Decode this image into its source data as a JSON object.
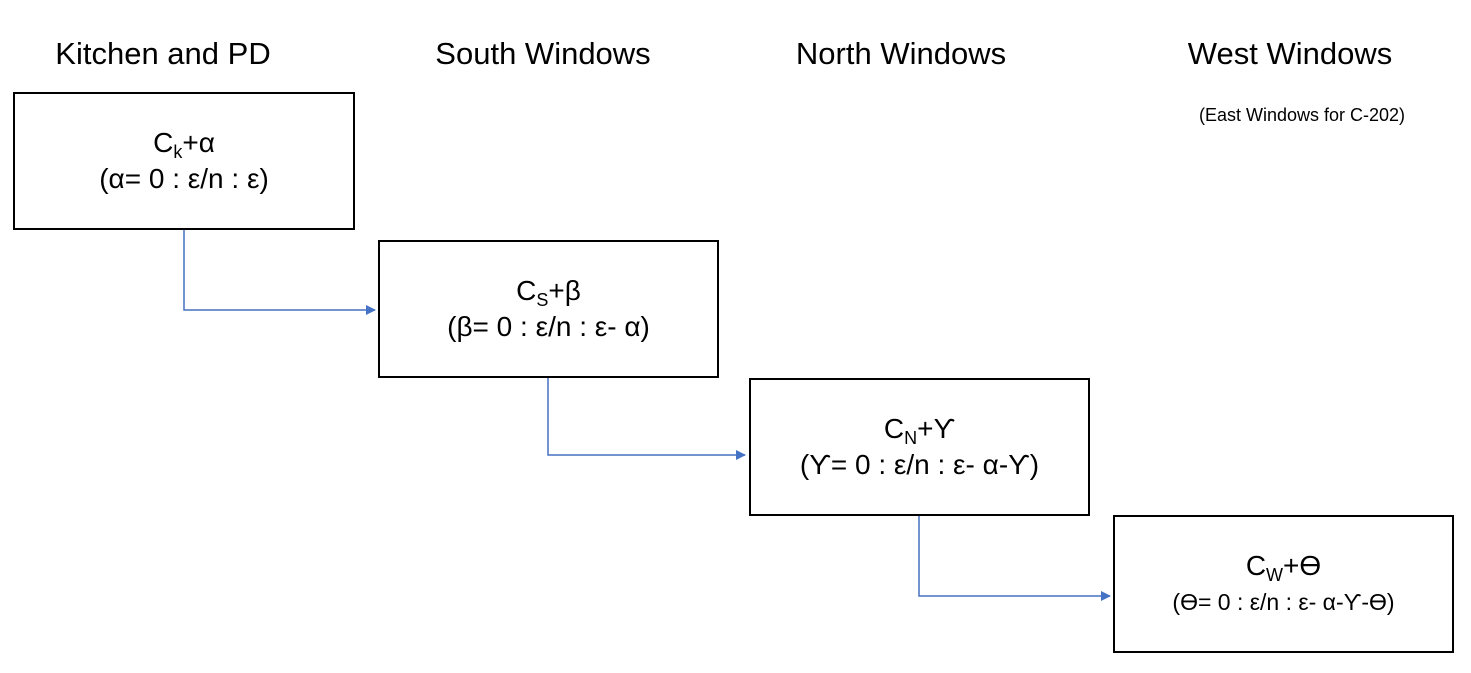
{
  "columns": [
    {
      "title": "Kitchen and PD"
    },
    {
      "title": "South Windows"
    },
    {
      "title": "North Windows"
    },
    {
      "title": "West Windows",
      "note": "(East Windows for C-202)"
    }
  ],
  "boxes": [
    {
      "base": "C",
      "sub": "k",
      "plus": "+α",
      "range": "(α= 0 : ε/n : ε)"
    },
    {
      "base": "C",
      "sub": "S",
      "plus": "+β",
      "range": "(β= 0 : ε/n : ε- α)"
    },
    {
      "base": "C",
      "sub": "N",
      "plus": "+ϒ",
      "range": "(ϒ= 0 : ε/n : ε- α-ϒ)"
    },
    {
      "base": "C",
      "sub": "W",
      "plus": "+ϴ",
      "range": "(ϴ= 0 : ε/n : ε- α-ϒ-ϴ)"
    }
  ],
  "colors": {
    "connector": "#4472C4",
    "border": "#000000"
  }
}
